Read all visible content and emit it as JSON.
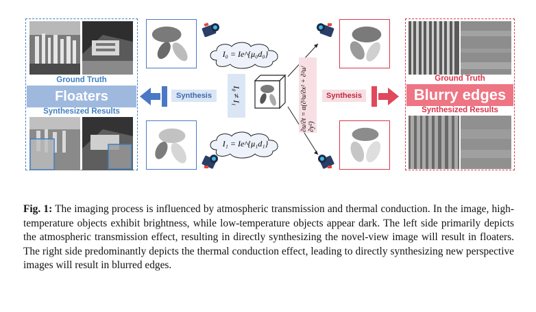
{
  "figure": {
    "left": {
      "ground_truth_label": "Ground Truth",
      "banner_label": "Floaters",
      "synth_results_label": "Synthesized Results",
      "synthesis_tag": "Synthesis",
      "color": "#3f7fc1"
    },
    "right": {
      "ground_truth_label": "Ground Truth",
      "banner_label": "Blurry edges",
      "synth_results_label": "Synthesized Results",
      "synthesis_tag": "Synthesis",
      "color": "#d9344a"
    },
    "eq_top": "I₀ = Ie^{μ₀d₀}",
    "eq_bottom": "I₁ = Ie^{μ₁d₁}",
    "eq_middle": "I₀ ≠ I₁",
    "eq_heat": "∂u/∂t = α(∂²u/∂x² + ∂²u/∂y²)"
  },
  "caption": {
    "label": "Fig. 1:",
    "text": "The imaging process is influenced by atmospheric transmission and thermal conduction. In the image, high-temperature objects exhibit brightness, while low-temperature objects appear dark. The left side primarily depicts the atmospheric transmission effect, resulting in directly synthesizing the novel-view image will result in floaters. The right side predominantly depicts the thermal conduction effect, leading to directly synthesizing new perspective images will result in blurred edges."
  }
}
